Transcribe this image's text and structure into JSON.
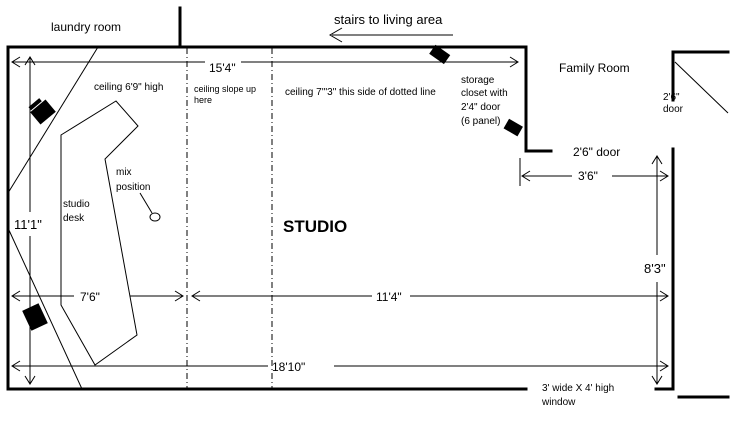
{
  "rooms": {
    "laundry": "laundry room",
    "family": "Family Room",
    "studio": "STUDIO"
  },
  "notes": {
    "stairs": "stairs to living area",
    "ceiling_high": "ceiling 6'9\" high",
    "ceiling_slope_1": "ceiling slope up",
    "ceiling_slope_2": "here",
    "ceiling_dotted": "ceiling 7'\"3\" this side of dotted line",
    "storage_1": "storage",
    "storage_2": "closet with",
    "storage_3": "2'4\" door",
    "storage_4": "(6 panel)",
    "mix_1": "mix",
    "mix_2": "position",
    "desk_1": "studio",
    "desk_2": "desk",
    "door_family": "2'6\" door",
    "side_door_1": "2'6\"",
    "side_door_2": "door",
    "window_1": "3' wide X 4' high",
    "window_2": "window"
  },
  "dimensions": {
    "top_width": "15'4\"",
    "left_height": "11'1\"",
    "left_section": "7'6\"",
    "right_section": "11'4\"",
    "total_width": "18'10\"",
    "door_offset": "3'6\"",
    "right_height": "8'3\""
  }
}
